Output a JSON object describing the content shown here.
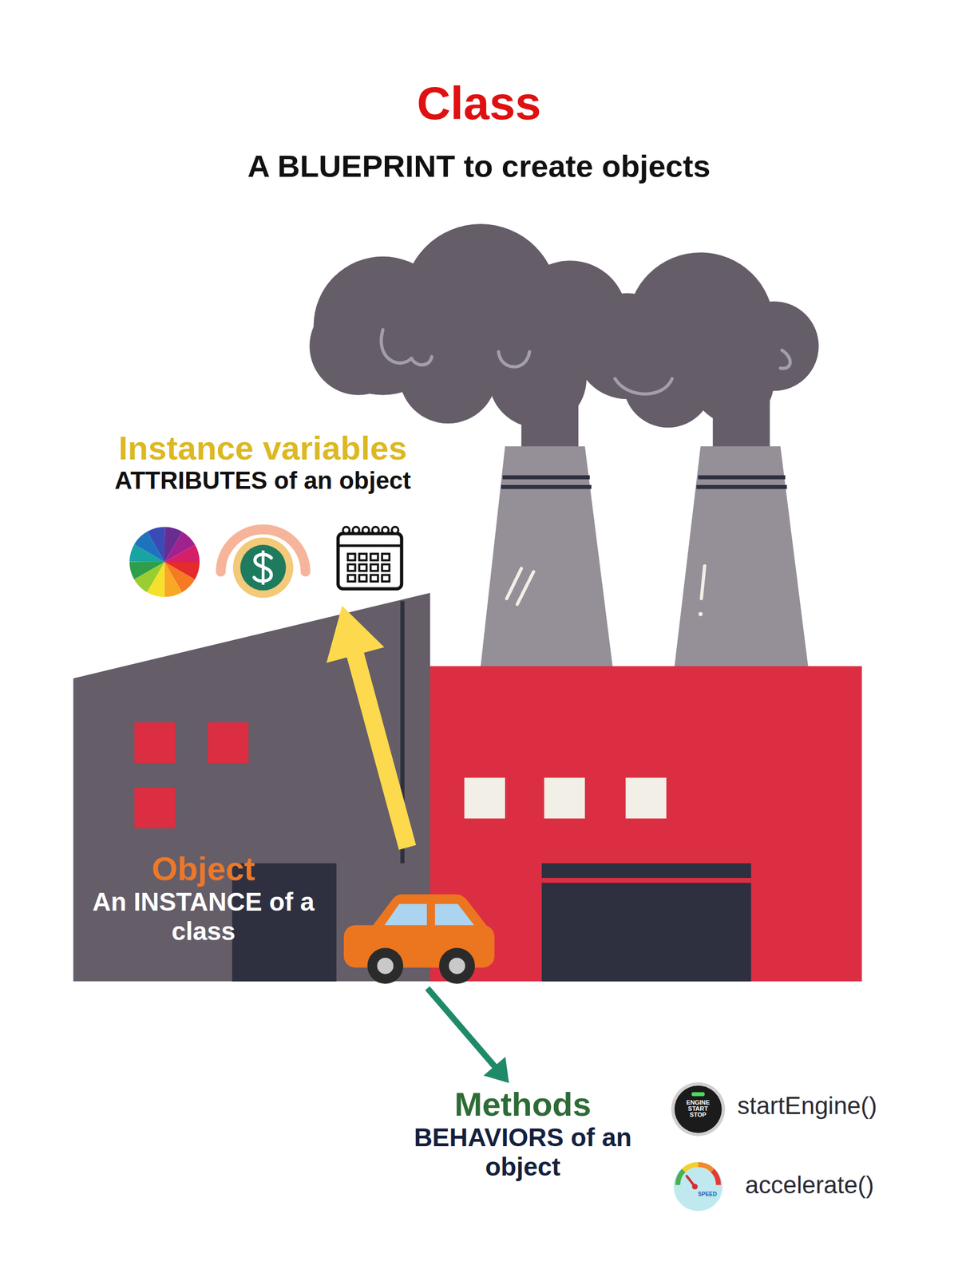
{
  "diagram": {
    "title": "Class",
    "nodes": [
      {
        "text": [
          "Instance variables",
          "ATTRIBUTES of an object"
        ]
      },
      {
        "text": [
          "Object",
          "An INSTANCE of a class"
        ]
      },
      {
        "text": [
          "Methods",
          "BEHAVIORS of an object"
        ]
      }
    ],
    "edges": [
      {
        "from": 1,
        "to": 0,
        "arrow": "to"
      },
      {
        "from": 1,
        "to": 2,
        "arrow": "to"
      }
    ],
    "labels": [
      "A BLUEPRINT to create objects",
      "ENGINE START STOP",
      "startEngine()",
      "SPEED",
      "accelerate()"
    ]
  }
}
